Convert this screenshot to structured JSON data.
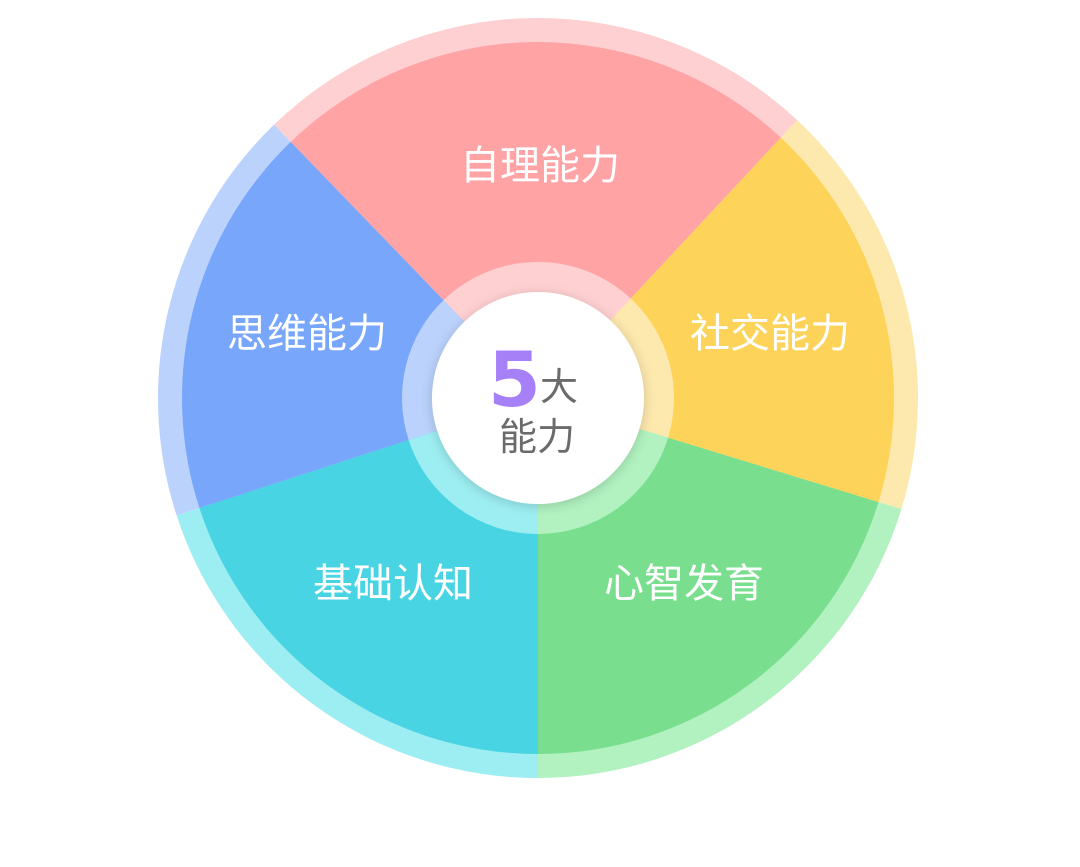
{
  "center": {
    "number": "5",
    "suffix": "大",
    "line2": "能力"
  },
  "segments": [
    {
      "label": "自理能力",
      "color": "#ffa3a5",
      "ring_color": "#ffd0d2"
    },
    {
      "label": "社交能力",
      "color": "#fdd35a",
      "ring_color": "#fde8ad"
    },
    {
      "label": "心智发育",
      "color": "#79de8e",
      "ring_color": "#b1f2c0"
    },
    {
      "label": "基础认知",
      "color": "#48d4e2",
      "ring_color": "#9deef2"
    },
    {
      "label": "思维能力",
      "color": "#77a6fb",
      "ring_color": "#bbd2fc"
    }
  ],
  "colors": {
    "center_number": "#a580f7",
    "center_text": "#6b6b6b"
  }
}
